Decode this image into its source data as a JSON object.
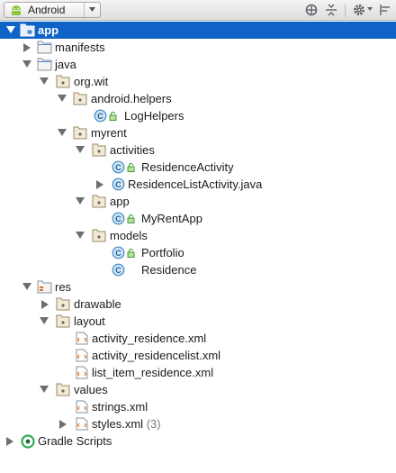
{
  "toolbar": {
    "view_selector": "Android"
  },
  "tree": {
    "app": "app",
    "manifests": "manifests",
    "java": "java",
    "package": "org.wit",
    "android_helpers": "android.helpers",
    "log_helpers": "LogHelpers",
    "myrent": "myrent",
    "activities": "activities",
    "residence_activity": "ResidenceActivity",
    "residence_list_activity": "ResidenceListActivity.java",
    "app_pkg": "app",
    "my_rent_app": "MyRentApp",
    "models": "models",
    "portfolio": "Portfolio",
    "residence": "Residence",
    "res": "res",
    "drawable": "drawable",
    "layout": "layout",
    "layout_residence": "activity_residence.xml",
    "layout_residencelist": "activity_residencelist.xml",
    "layout_list_item": "list_item_residence.xml",
    "values": "values",
    "strings": "strings.xml",
    "styles": "styles.xml",
    "styles_count": "(3)",
    "gradle_scripts": "Gradle Scripts"
  },
  "colors": {
    "selection": "#0f63c7",
    "folder_outline": "#8a8f97",
    "class_icon": "#3f8ac2",
    "android_green": "#8ec53f",
    "gradle_green": "#35a853",
    "xml_orange": "#e1731f"
  },
  "icons": {
    "view_selector": "android-icon",
    "sync": "sync-icon",
    "collapse": "collapse-all-icon",
    "settings": "gear-icon",
    "hide": "hide-panel-icon"
  }
}
